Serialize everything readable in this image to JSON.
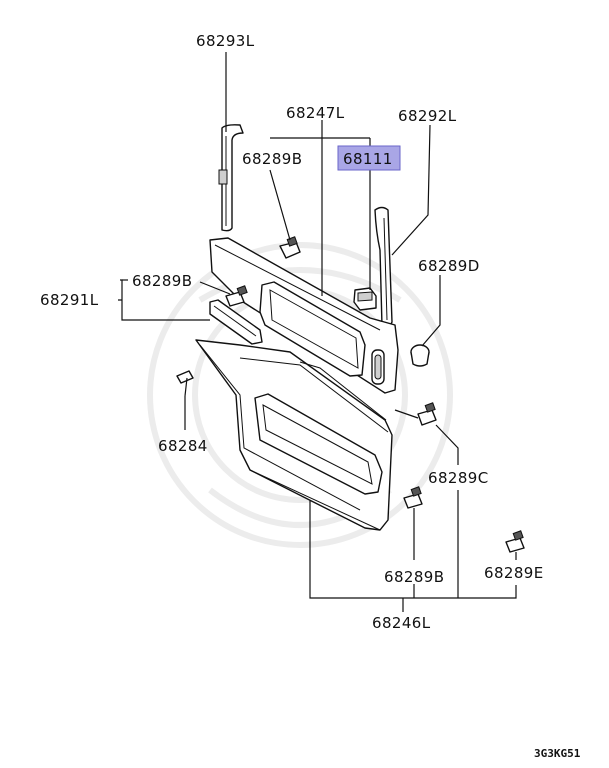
{
  "labels": {
    "p68293L": "68293L",
    "p68247L": "68247L",
    "p68292L": "68292L",
    "p68289B_top": "68289B",
    "p68111": "68111",
    "p68289D": "68289D",
    "p68289B_left": "68289B",
    "p68291L": "68291L",
    "p68284": "68284",
    "p68289C": "68289C",
    "p68289B_bottom": "68289B",
    "p68289E": "68289E",
    "p68246L": "68246L"
  },
  "highlight_color": "#a9a6e6",
  "diagram_code": "3G3KG51"
}
